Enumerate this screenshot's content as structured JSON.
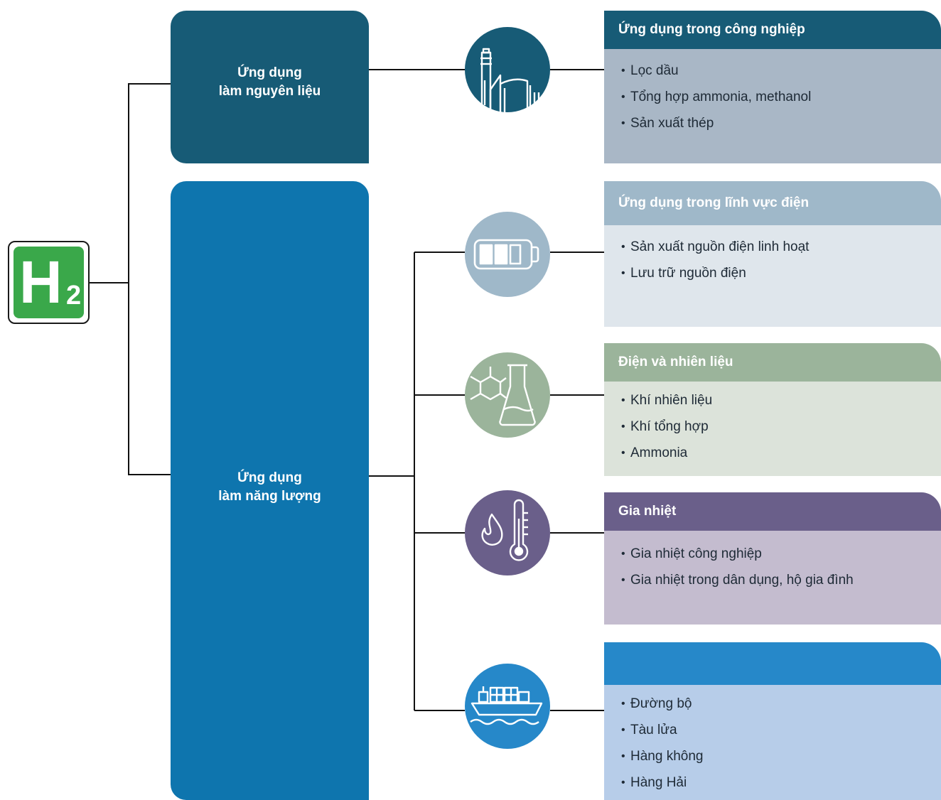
{
  "logo": {
    "main": "H",
    "subscript": "2"
  },
  "categories": [
    {
      "label_line1": "Ứng dụng",
      "label_line2": "làm nguyên liệu"
    },
    {
      "label_line1": "Ứng dụng",
      "label_line2": "làm năng lượng"
    }
  ],
  "panels": [
    {
      "title": "Ứng dụng trong công nghiệp",
      "icon": "factory-icon",
      "items": [
        "Lọc dầu",
        "Tổng hợp ammonia, methanol",
        "Sản xuất thép"
      ]
    },
    {
      "title": "Ứng dụng trong lĩnh vực điện",
      "icon": "battery-icon",
      "items": [
        "Sản xuất nguồn điện linh hoạt",
        "Lưu trữ nguồn điện"
      ]
    },
    {
      "title": "Điện và nhiên liệu",
      "icon": "chemistry-flask-icon",
      "items": [
        "Khí nhiên liệu",
        "Khí tổng hợp",
        "Ammonia"
      ]
    },
    {
      "title": "Gia nhiệt",
      "icon": "flame-thermometer-icon",
      "items": [
        "Gia nhiệt công nghiệp",
        "Gia nhiệt trong dân dụng, hộ gia đình"
      ]
    },
    {
      "title": "",
      "icon": "cargo-ship-icon",
      "items": [
        "Đường bộ",
        "Tàu lửa",
        "Hàng không",
        "Hàng Hải"
      ]
    }
  ],
  "colors": {
    "feedstock": "#175b76",
    "energy": "#0e75ae",
    "power": "#9fb8c9",
    "fuel": "#9bb49b",
    "heating": "#6a5f8a",
    "transport": "#2688c9",
    "logo_green": "#3aa84a"
  }
}
